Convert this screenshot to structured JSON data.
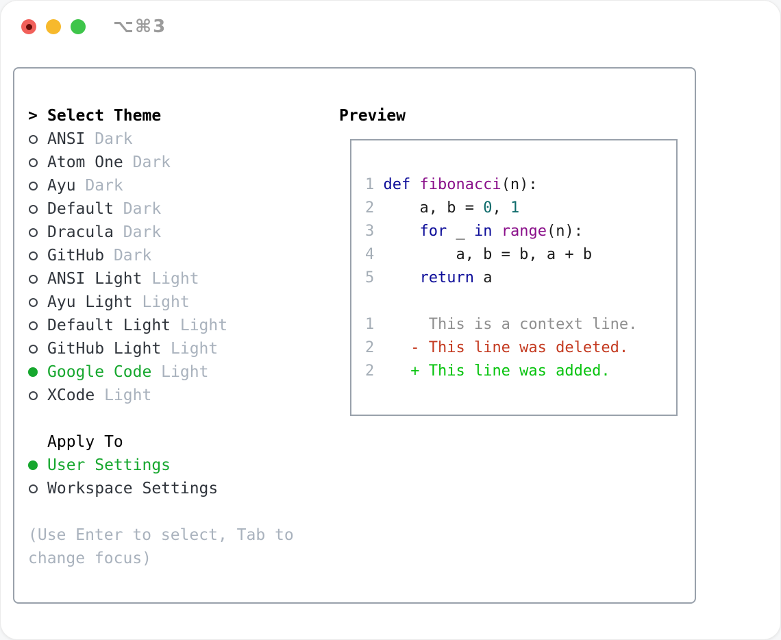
{
  "window": {
    "title": "⌥⌘3"
  },
  "theme_list": {
    "cursor": ">",
    "heading": "Select Theme",
    "items": [
      {
        "name": "ANSI",
        "variant": "Dark",
        "selected": false
      },
      {
        "name": "Atom One",
        "variant": "Dark",
        "selected": false
      },
      {
        "name": "Ayu",
        "variant": "Dark",
        "selected": false
      },
      {
        "name": "Default",
        "variant": "Dark",
        "selected": false
      },
      {
        "name": "Dracula",
        "variant": "Dark",
        "selected": false
      },
      {
        "name": "GitHub",
        "variant": "Dark",
        "selected": false
      },
      {
        "name": "ANSI Light",
        "variant": "Light",
        "selected": false
      },
      {
        "name": "Ayu Light",
        "variant": "Light",
        "selected": false
      },
      {
        "name": "Default Light",
        "variant": "Light",
        "selected": false
      },
      {
        "name": "GitHub Light",
        "variant": "Light",
        "selected": false
      },
      {
        "name": "Google Code",
        "variant": "Light",
        "selected": true
      },
      {
        "name": "XCode",
        "variant": "Light",
        "selected": false
      }
    ]
  },
  "apply_to": {
    "heading": "Apply To",
    "options": [
      {
        "label": "User Settings",
        "selected": true
      },
      {
        "label": "Workspace Settings",
        "selected": false
      }
    ]
  },
  "help_text": "(Use Enter to select, Tab to change focus)",
  "preview": {
    "heading": "Preview",
    "lines": [
      {
        "type": "code",
        "num": "1",
        "segments": [
          {
            "text": "def ",
            "style": "keyword"
          },
          {
            "text": "fibonacci",
            "style": "function"
          },
          {
            "text": "(n):",
            "style": "plain"
          }
        ]
      },
      {
        "type": "code",
        "num": "2",
        "segments": [
          {
            "text": "    a, b = ",
            "style": "plain"
          },
          {
            "text": "0",
            "style": "literal"
          },
          {
            "text": ", ",
            "style": "plain"
          },
          {
            "text": "1",
            "style": "literal"
          }
        ]
      },
      {
        "type": "code",
        "num": "3",
        "segments": [
          {
            "text": "    ",
            "style": "plain"
          },
          {
            "text": "for",
            "style": "keyword"
          },
          {
            "text": " _ ",
            "style": "plain"
          },
          {
            "text": "in",
            "style": "keyword"
          },
          {
            "text": " ",
            "style": "plain"
          },
          {
            "text": "range",
            "style": "function"
          },
          {
            "text": "(n):",
            "style": "plain"
          }
        ]
      },
      {
        "type": "code",
        "num": "4",
        "segments": [
          {
            "text": "        a, b = b, a + b",
            "style": "plain"
          }
        ]
      },
      {
        "type": "code",
        "num": "5",
        "segments": [
          {
            "text": "    ",
            "style": "plain"
          },
          {
            "text": "return",
            "style": "keyword"
          },
          {
            "text": " a",
            "style": "plain"
          }
        ]
      },
      {
        "type": "blank"
      },
      {
        "type": "diff",
        "num": "1",
        "marker": " ",
        "text": " This is a context line.",
        "kind": "context"
      },
      {
        "type": "diff",
        "num": "2",
        "marker": "-",
        "text": " This line was deleted.",
        "kind": "deleted"
      },
      {
        "type": "diff",
        "num": "2",
        "marker": "+",
        "text": " This line was added.",
        "kind": "added"
      }
    ]
  },
  "colors": {
    "accent_green": "#16a72e",
    "heading_text": "#000000",
    "item_text": "#30353c",
    "variant_label": "#a9b2bd",
    "help_text": "#a9b2bd",
    "panel_border": "#99a1ab",
    "title_text": "#9b9b9b",
    "line_number": "#a4adb6",
    "code_keyword": "#0d0d99",
    "code_function": "#8a108a",
    "code_literal": "#0e6b6b",
    "code_plain": "#1c1c1c",
    "diff_context": "#8f8f8f",
    "diff_deleted": "#c43a20",
    "diff_added": "#06c30d",
    "traffic_red": "#f1605a",
    "traffic_red_dot": "#650c08",
    "traffic_yellow": "#f7b92c",
    "traffic_green": "#3ec54a"
  }
}
